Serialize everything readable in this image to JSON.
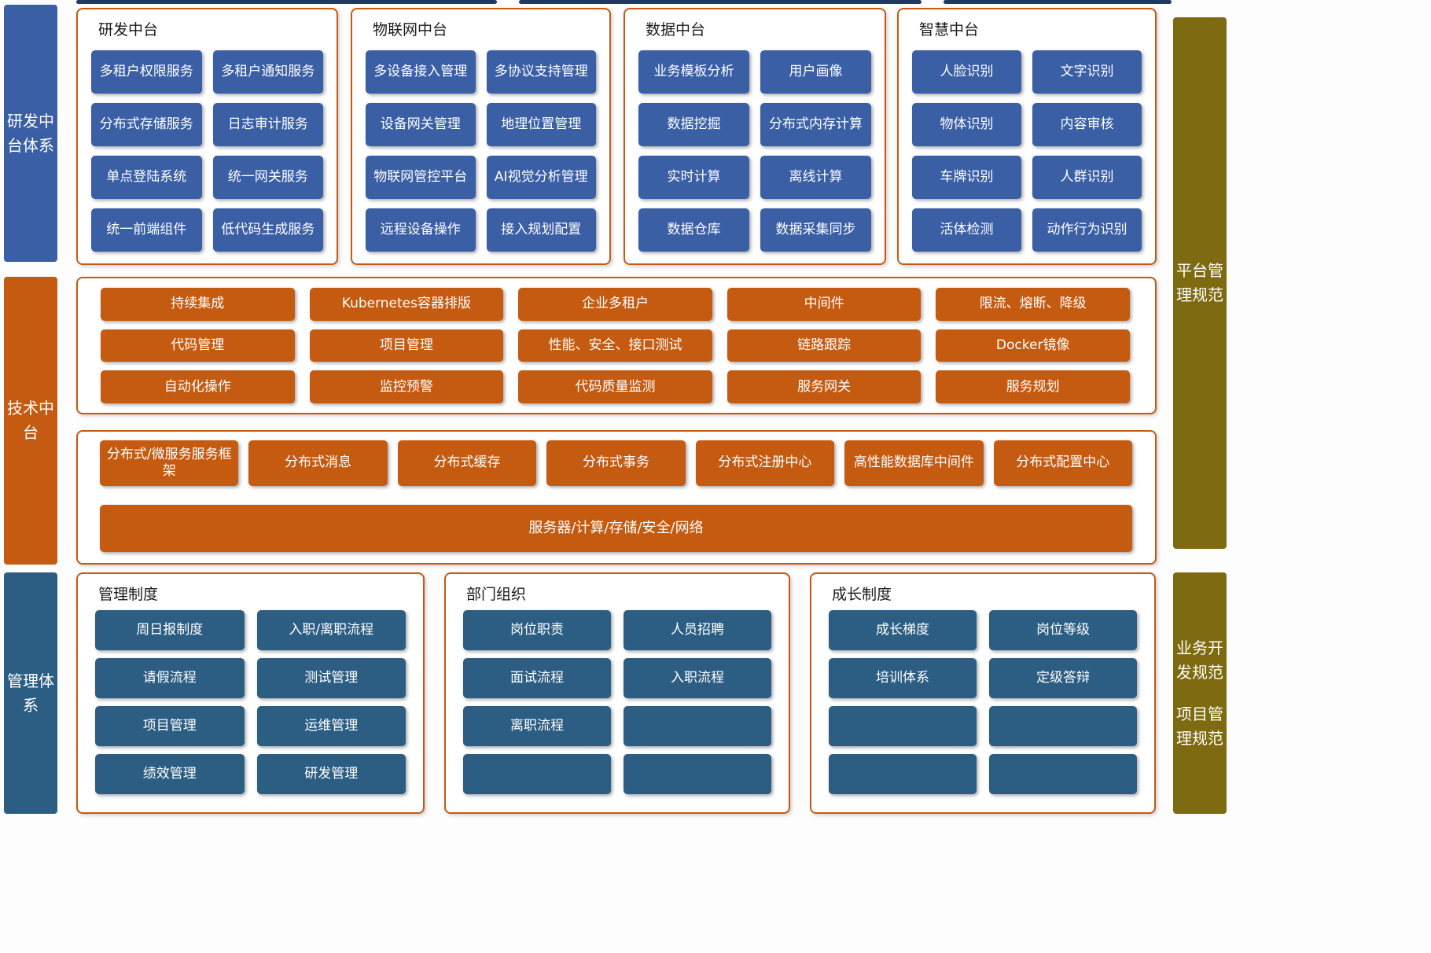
{
  "left_sidebar": [
    {
      "label": "研发中台体系"
    },
    {
      "label": "技术中台"
    },
    {
      "label": "管理体系"
    }
  ],
  "right_sidebar": {
    "top_label": "平台管理规范",
    "bottom_labels": [
      "业务开发规范",
      "项目管理规范"
    ]
  },
  "top_panels": [
    {
      "title": "研发中台",
      "buttons": [
        "多租户权限服务",
        "多租户通知服务",
        "分布式存储服务",
        "日志审计服务",
        "单点登陆系统",
        "统一网关服务",
        "统一前端组件",
        "低代码生成服务"
      ]
    },
    {
      "title": "物联网中台",
      "buttons": [
        "多设备接入管理",
        "多协议支持管理",
        "设备网关管理",
        "地理位置管理",
        "物联网管控平台",
        "AI视觉分析管理",
        "远程设备操作",
        "接入规划配置"
      ]
    },
    {
      "title": "数据中台",
      "buttons": [
        "业务模板分析",
        "用户画像",
        "数据挖掘",
        "分布式内存计算",
        "实时计算",
        "离线计算",
        "数据仓库",
        "数据采集同步"
      ]
    },
    {
      "title": "智慧中台",
      "buttons": [
        "人脸识别",
        "文字识别",
        "物体识别",
        "内容审核",
        "车牌识别",
        "人群识别",
        "活体检测",
        "动作行为识别"
      ]
    }
  ],
  "tech_grid": {
    "rows": [
      [
        "持续集成",
        "Kubernetes容器排版",
        "企业多租户",
        "中间件",
        "限流、熔断、降级"
      ],
      [
        "代码管理",
        "项目管理",
        "性能、安全、接口测试",
        "链路跟踪",
        "Docker镜像"
      ],
      [
        "自动化操作",
        "监控预警",
        "代码质量监测",
        "服务网关",
        "服务规划"
      ]
    ]
  },
  "infra": {
    "buttons": [
      "分布式/微服务服务框架",
      "分布式消息",
      "分布式缓存",
      "分布式事务",
      "分布式注册中心",
      "高性能数据库中间件",
      "分布式配置中心"
    ],
    "bar": "服务器/计算/存储/安全/网络"
  },
  "bottom_panels": [
    {
      "title": "管理制度",
      "buttons": [
        "周日报制度",
        "入职/离职流程",
        "请假流程",
        "测试管理",
        "项目管理",
        "运维管理",
        "绩效管理",
        "研发管理"
      ]
    },
    {
      "title": "部门组织",
      "buttons": [
        "岗位职责",
        "人员招聘",
        "面试流程",
        "入职流程",
        "离职流程",
        "",
        "",
        ""
      ]
    },
    {
      "title": "成长制度",
      "buttons": [
        "成长梯度",
        "岗位等级",
        "培训体系",
        "定级答辩",
        "",
        "",
        "",
        ""
      ]
    }
  ],
  "colors": {
    "primary_blue": "#3a5fa5",
    "steel_blue": "#2c5d83",
    "orange": "#c55a11",
    "olive": "#7e6a10",
    "navy_accent": "#1f3864",
    "panel_border": "#c55a11"
  }
}
